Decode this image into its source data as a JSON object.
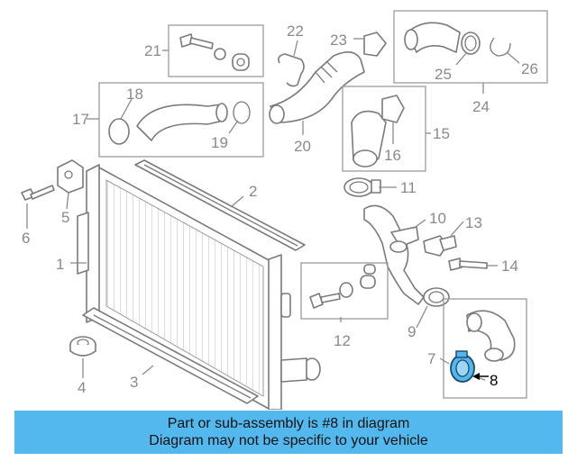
{
  "diagram": {
    "callouts": [
      "1",
      "2",
      "3",
      "4",
      "5",
      "6",
      "7",
      "8",
      "9",
      "10",
      "11",
      "12",
      "13",
      "14",
      "15",
      "16",
      "17",
      "18",
      "19",
      "20",
      "21",
      "22",
      "23",
      "24",
      "25",
      "26"
    ],
    "highlighted_callout": "8",
    "highlight_color": "#53b8ee"
  },
  "banner": {
    "line1": "Part or sub-assembly is #8 in diagram",
    "line2": "Diagram may not be specific to your vehicle"
  }
}
